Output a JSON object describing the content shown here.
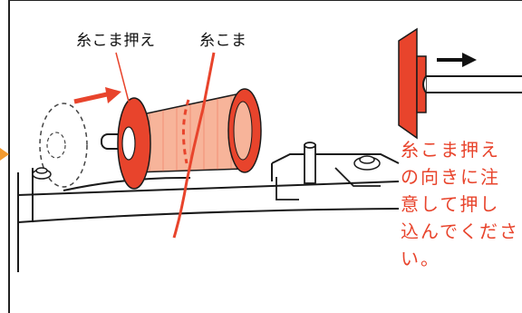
{
  "labels": {
    "spool_cap": "糸こま押え",
    "spool": "糸こま"
  },
  "note_lines": [
    "糸こま押え",
    "の向きに注",
    "意して押し",
    "込んでくださ",
    "い。"
  ],
  "colors": {
    "accent": "#e8442c",
    "spool_thread": "#f7b49a",
    "line": "#1a1a1a"
  }
}
